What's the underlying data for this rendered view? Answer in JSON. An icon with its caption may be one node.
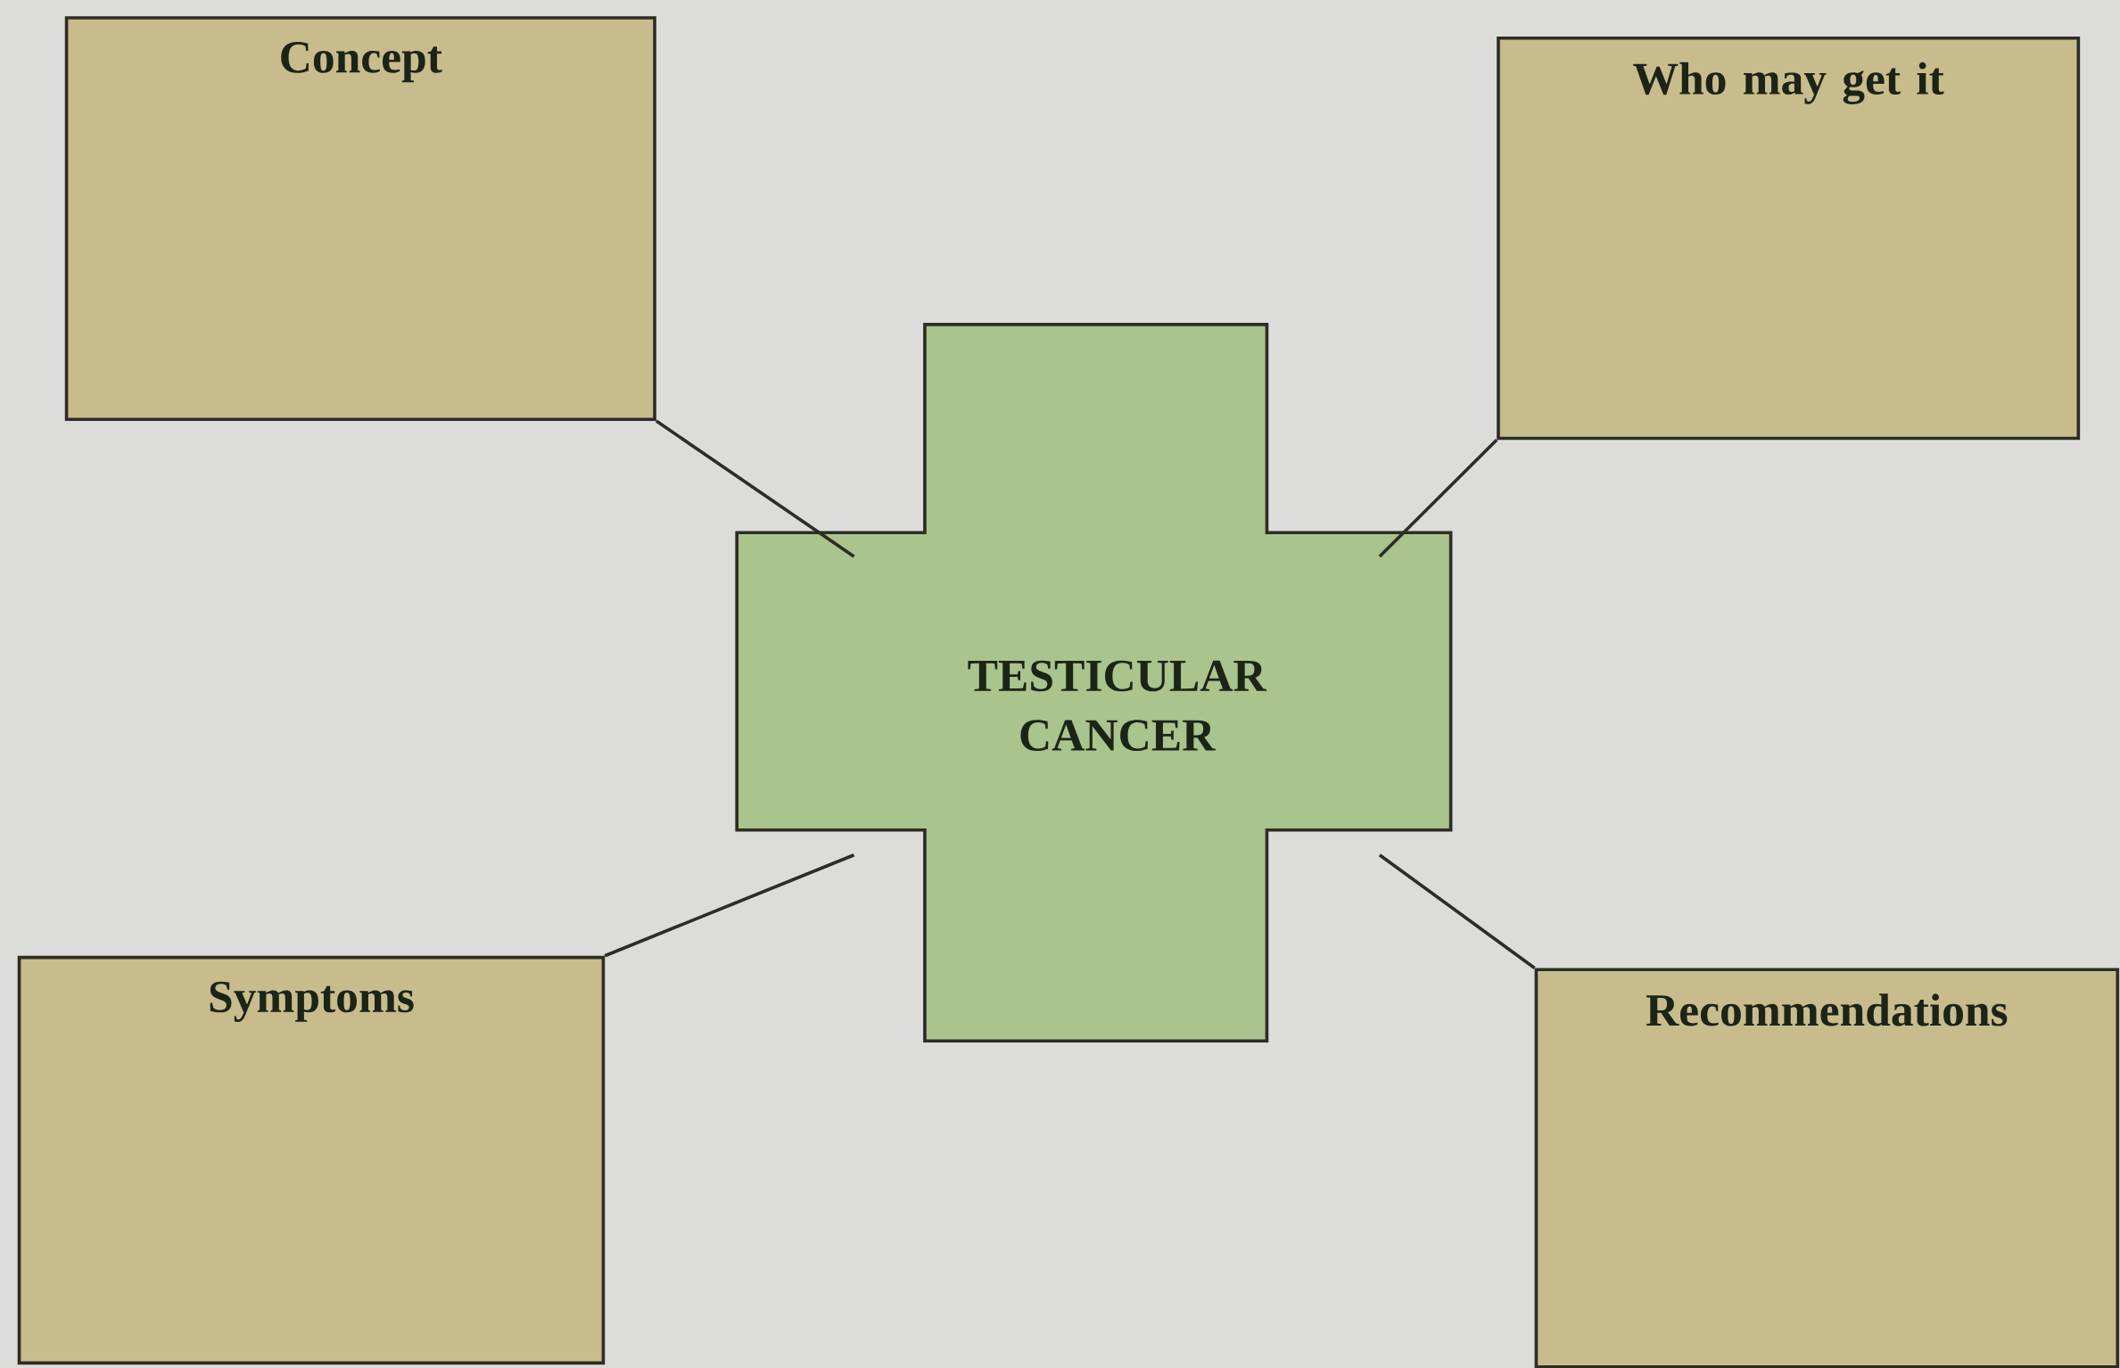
{
  "diagram": {
    "nodes": [
      {
        "text": [
          "Concept"
        ]
      },
      {
        "text": [
          "Who may get it"
        ]
      },
      {
        "text": [
          "TESTICULAR CANCER"
        ]
      },
      {
        "text": [
          "Symptoms"
        ]
      },
      {
        "text": [
          "Recommendations"
        ]
      }
    ],
    "edges": [
      {
        "from": 0,
        "to": 2,
        "arrow": "none"
      },
      {
        "from": 1,
        "to": 2,
        "arrow": "none"
      },
      {
        "from": 3,
        "to": 2,
        "arrow": "none"
      },
      {
        "from": 4,
        "to": 2,
        "arrow": "none"
      }
    ]
  }
}
